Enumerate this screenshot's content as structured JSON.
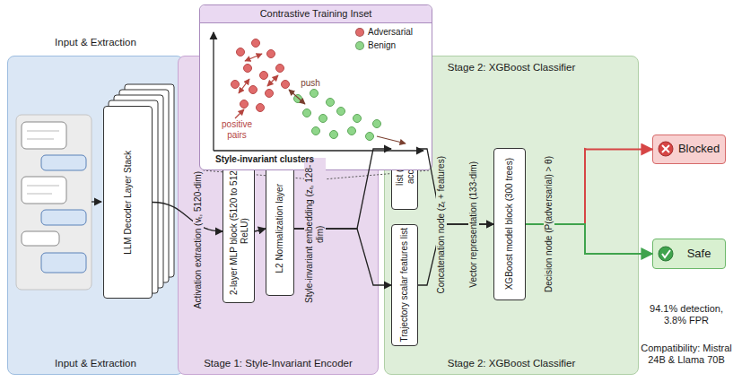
{
  "diagram": {
    "nodes": [
      {
        "text": [
          "Input & Extraction",
          "Input & Extraction"
        ]
      },
      {
        "text": [
          "LLM Decoder Layer Stack"
        ],
        "in": 0
      },
      {
        "text": [
          "Stage 1: Style-Invariant Encoder"
        ]
      },
      {
        "text": [
          "2-layer MLP block (5120 to 512, ReLU)"
        ],
        "in": 2
      },
      {
        "text": [
          "L2 Normalization layer"
        ],
        "in": 2
      },
      {
        "text": [
          "Contrastive Training Inset"
        ]
      },
      {
        "text": [
          "Stage 2: XGBoost Classifier",
          "Stage 2: XGBoost Classifier"
        ]
      },
      {
        "text": [
          "list (drift, similarity, acceleration, etc.)"
        ],
        "in": 6
      },
      {
        "text": [
          "Trajectory scalar features list"
        ],
        "in": 6
      },
      {
        "text": [
          "XGBoost model block (300 trees)"
        ],
        "in": 6
      },
      {
        "text": [
          "Blocked"
        ]
      },
      {
        "text": [
          "Safe"
        ]
      }
    ],
    "edges": [
      {
        "from": 1,
        "to": 3,
        "arrow": "to"
      },
      {
        "from": 3,
        "to": 4,
        "arrow": "to"
      },
      {
        "from": 4,
        "to": 7,
        "arrow": "to"
      },
      {
        "from": 4,
        "to": 8,
        "arrow": "to"
      },
      {
        "from": 7,
        "to": 9,
        "arrow": "to"
      },
      {
        "from": 8,
        "to": 9,
        "arrow": "to"
      },
      {
        "from": 9,
        "to": 10,
        "arrow": "to"
      },
      {
        "from": 9,
        "to": 11,
        "arrow": "to"
      }
    ],
    "labels": [
      "Activation extraction (vₜ, 5120-dim)",
      "Style-invariant embedding (zₜ, 128-dim)",
      "Concatenation node (zₜ + features)",
      "Vector representation (133-dim)",
      "Decision node (P(adversarial) > θ)",
      "positive pairs",
      "push",
      "Style-invariant clusters",
      "94.1% detection, 3.8% FPR",
      "Compatibility: Mistral 24B & Llama 70B"
    ],
    "legend": [
      {
        "text": "Adversarial",
        "color": "#e06b6b"
      },
      {
        "text": "Benign",
        "color": "#8fd68a"
      }
    ]
  }
}
